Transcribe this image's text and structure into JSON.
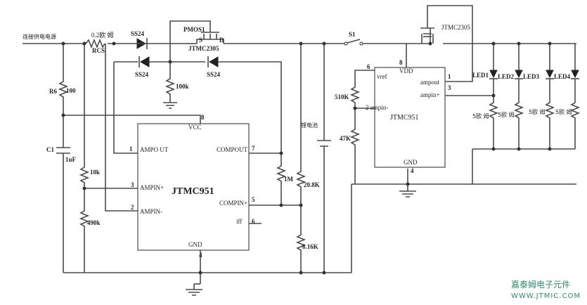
{
  "labels": {
    "source": "连接供电电源",
    "rcs_value": "0.2欧 姆",
    "rcs": "RCS",
    "ss24_top": "SS24",
    "ss24_left": "SS24",
    "ss24_mid": "SS24",
    "pmos_name": "PMOS1",
    "pmos_s": "S",
    "pmos_d": "D",
    "pmos_part": "JTMC2305",
    "r6": "R6",
    "r6_value": "100",
    "c1": "C1",
    "c1_value": "1uF",
    "r_100k": "100k",
    "r_10k": "10k",
    "r_490k": "490k",
    "r_1m": "1M",
    "r_20k": "20.8K",
    "r_8k": "8.16K",
    "battery": "锂电池",
    "s1": "S1",
    "r_510k": "510K",
    "r_47k": "47K",
    "pmos2_part": "JTMC2305",
    "led1": "LED1",
    "led2": "LED2",
    "led3": "LED3",
    "led4": "LED4",
    "r_led1": "5欧 姆",
    "r_led2": "5欧 姆",
    "r_led3": "5欧 姆",
    "r_led4": "5欧 姆"
  },
  "chip1": {
    "name": "JTMC951",
    "pin_vcc": "VCC",
    "pin_vcc_num": "8",
    "pin_ampout": "AMPO UT",
    "pin_ampout_num": "1",
    "pin_ampinp": "AMPIN+",
    "pin_ampinp_num": "3",
    "pin_ampinn": "AMPIN-",
    "pin_ampinn_num": "2",
    "pin_compout": "COMPOUT",
    "pin_compout_num": "7",
    "pin_compp": "COMPIN+",
    "pin_compp_num": "5",
    "pin_iff": "iff",
    "pin_iff_num": "6",
    "pin_gnd": "GND",
    "pin_gnd_num": "4"
  },
  "chip2": {
    "name": "JTMC951",
    "pin_vref": "vref",
    "pin_vref_num": "6",
    "pin_vdd": "VDD",
    "pin_vdd_num": "8",
    "pin_ampinn": "2 ampin-",
    "pin_ampout": "ampout",
    "pin_ampout_num": "1",
    "pin_ampinp": "ampin+",
    "pin_ampinp_num": "3",
    "pin_gnd": "GND",
    "pin_gnd_num": "4"
  },
  "watermark": {
    "company": "嘉泰姆电子元件",
    "url": "WWW.JTMIC.COM"
  }
}
